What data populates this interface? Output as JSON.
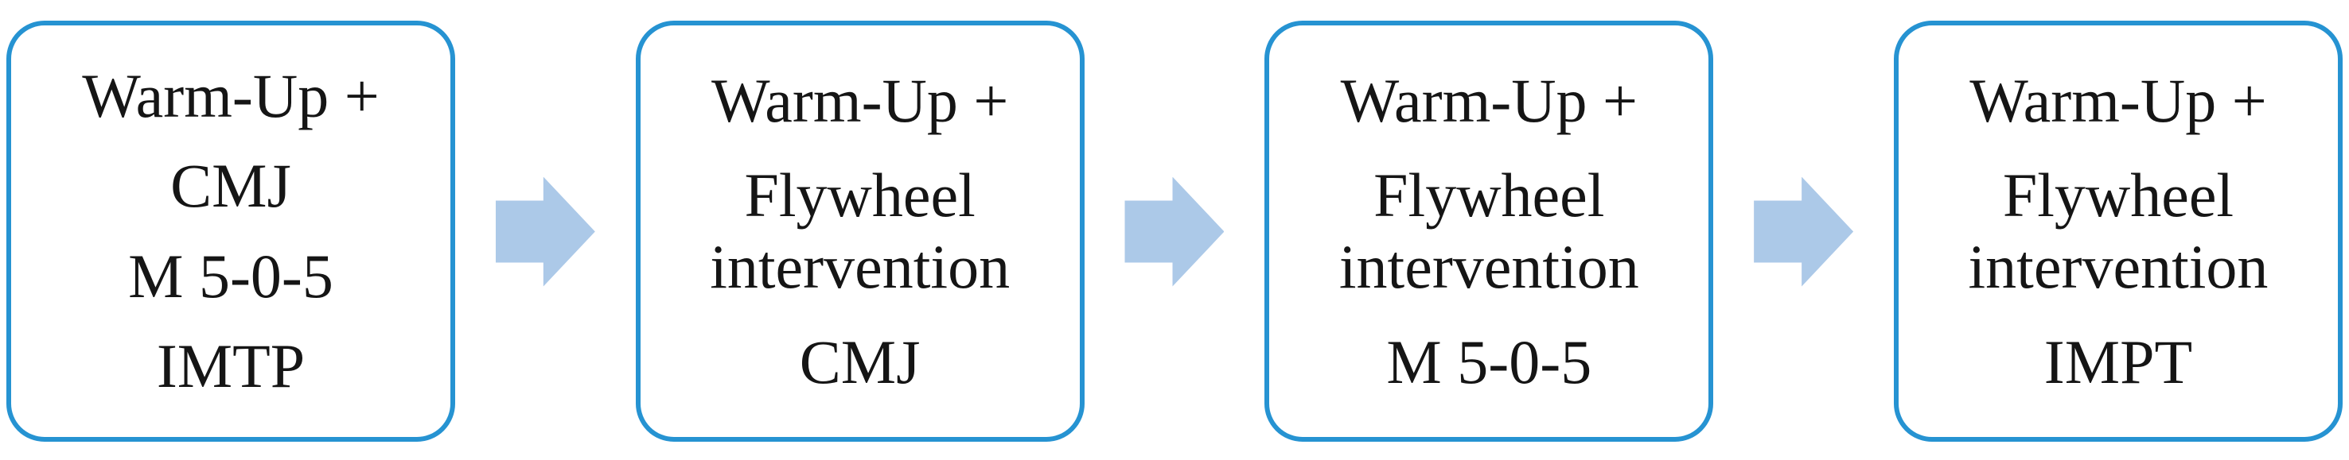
{
  "diagram": {
    "type": "flowchart",
    "direction": "left-to-right",
    "boxes": [
      {
        "lines": [
          "Warm-Up +",
          "CMJ",
          "M 5-0-5",
          "IMTP"
        ]
      },
      {
        "lines": [
          "Warm-Up +",
          "Flywheel intervention",
          "CMJ"
        ]
      },
      {
        "lines": [
          "Warm-Up +",
          "Flywheel intervention",
          "M 5-0-5"
        ]
      },
      {
        "lines": [
          "Warm-Up +",
          "Flywheel intervention",
          "IMPT"
        ]
      }
    ],
    "connectors": [
      {
        "icon": "right-block-arrow"
      },
      {
        "icon": "right-block-arrow"
      },
      {
        "icon": "right-block-arrow"
      }
    ],
    "colors": {
      "box_border": "#2693D2",
      "arrow_fill": "#ACC9E8",
      "text": "#151515",
      "background": "#FFFFFF"
    }
  }
}
